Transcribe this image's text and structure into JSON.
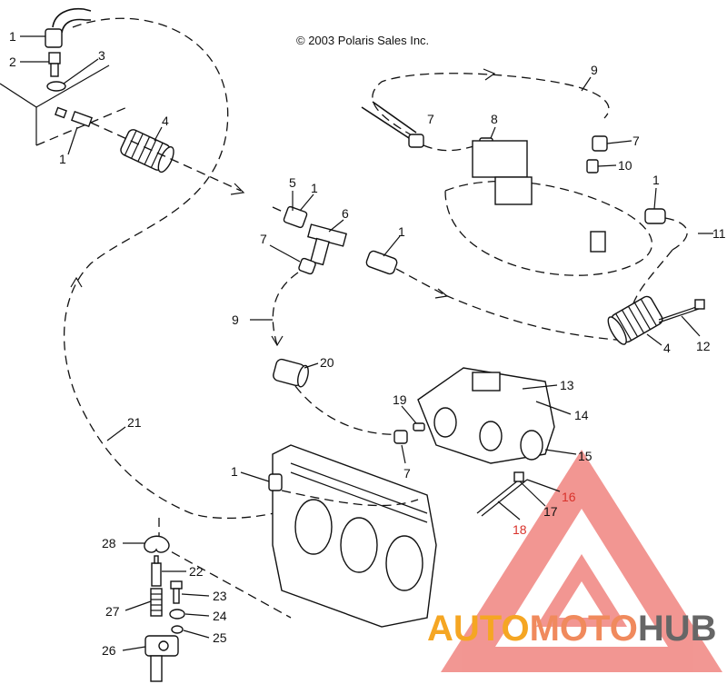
{
  "copyright": "© 2003 Polaris Sales Inc.",
  "callouts": {
    "c1a": "1",
    "c2": "2",
    "c3": "3",
    "c1b": "1",
    "c4a": "4",
    "c5": "5",
    "c1c": "1",
    "c6": "6",
    "c7a": "7",
    "c1d": "1",
    "c9a": "9",
    "c8": "8",
    "c7b": "7",
    "c7c": "7",
    "c10": "10",
    "c1e": "1",
    "c11": "11",
    "c4b": "4",
    "c12": "12",
    "c9b": "9",
    "c20": "20",
    "c13": "13",
    "c19": "19",
    "c14": "14",
    "c21": "21",
    "c7d": "7",
    "c15": "15",
    "c1f": "1",
    "c16": "16",
    "c17": "17",
    "c18": "18",
    "c28": "28",
    "c22": "22",
    "c23": "23",
    "c27": "27",
    "c24": "24",
    "c25": "25",
    "c26": "26"
  },
  "watermark": {
    "part1": "AUTO",
    "part2": "MOTO",
    "part3": "HUB",
    "color_auto": "#f5a623",
    "color_moto": "#f08a5d",
    "color_hub": "#666666",
    "color_triangle": "#e8413a"
  }
}
